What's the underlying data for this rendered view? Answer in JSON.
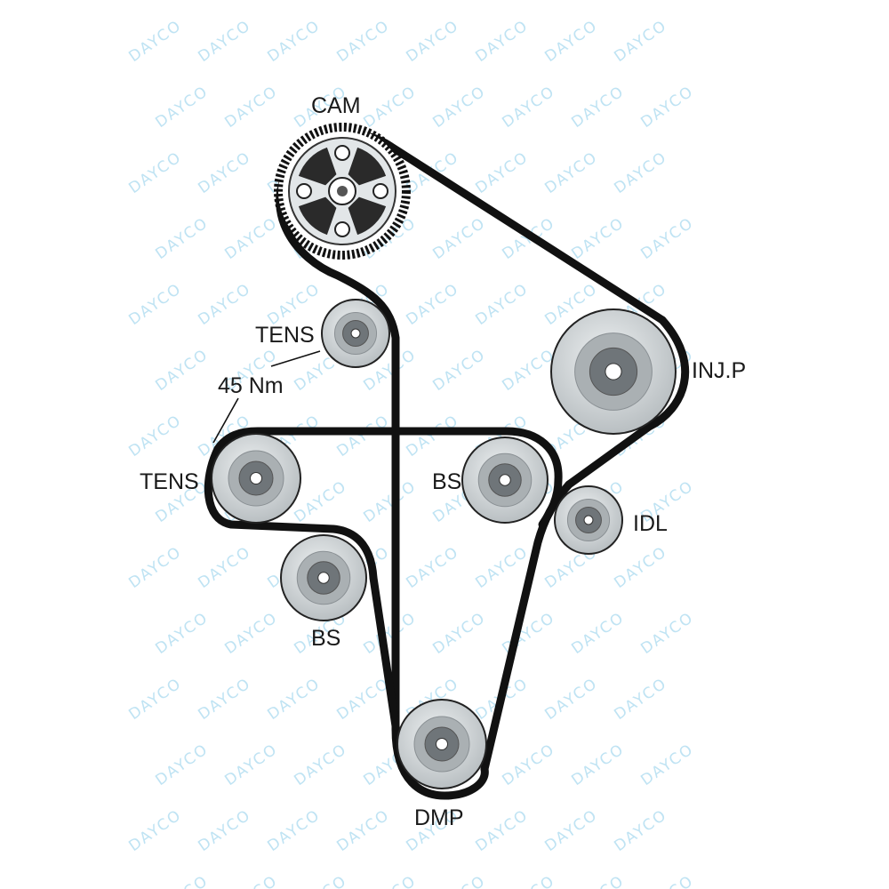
{
  "watermark": {
    "text": "DAYCO",
    "color": "#bfe3f3"
  },
  "colors": {
    "belt": "#111111",
    "pulley_outer": "#d2d6d8",
    "pulley_mid": "#aab0b3",
    "pulley_hub": "#6f7579",
    "pulley_center": "#ffffff",
    "gear_face": "#e2e6e8"
  },
  "labels": {
    "cam": "CAM",
    "tens_top": "TENS",
    "torque": "45 Nm",
    "tens_left": "TENS",
    "bs_right": "BS",
    "bs_lower": "BS",
    "inj_p": "INJ.P",
    "idl": "IDL",
    "dmp": "DMP"
  }
}
